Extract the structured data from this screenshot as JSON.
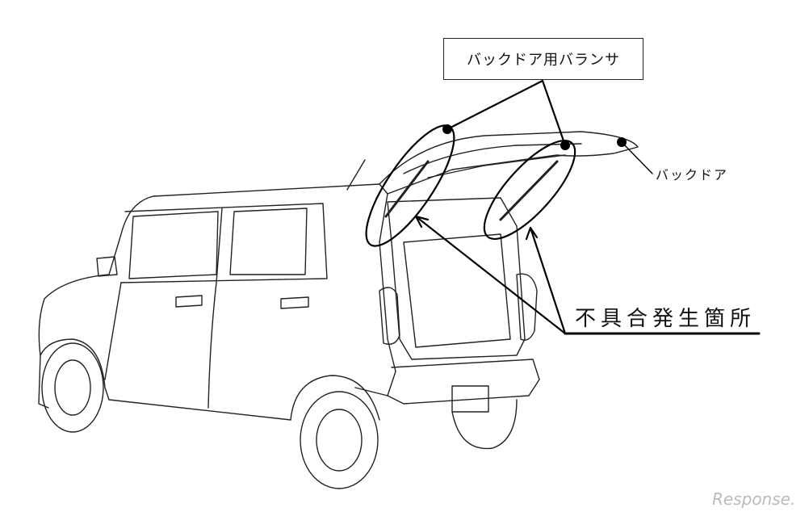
{
  "labels": {
    "balancer": "バックドア用バランサ",
    "back_door": "バックドア",
    "defect_location": "不具合発生箇所"
  },
  "watermark": "Response."
}
